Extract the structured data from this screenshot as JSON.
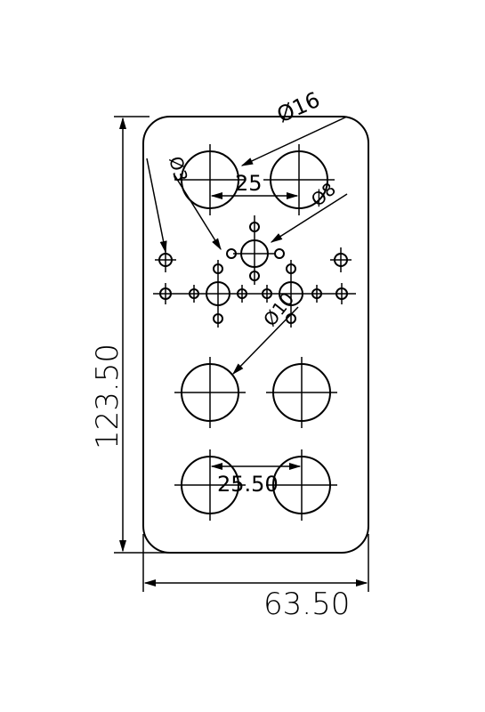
{
  "dimensions": {
    "height": "123.50",
    "width": "63.50",
    "large_hole_diameter": "Ø16",
    "mid_hole_diameter": "Ø8",
    "small_hole_diameter": "Ø3",
    "ring_hole_diameter": "Ø10",
    "top_pitch": "25",
    "bottom_pitch": "25.50"
  }
}
